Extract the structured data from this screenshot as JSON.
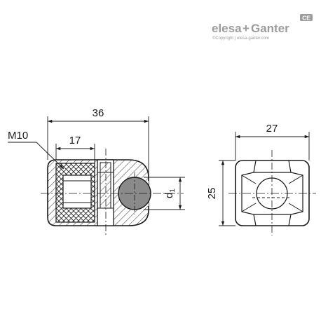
{
  "brand": {
    "name_part1": "elesa",
    "name_separator": "+",
    "name_part2": "Ganter",
    "badge": "CE",
    "copyright": "©Copyright | elesa-ganter.com"
  },
  "dimensions": {
    "overall_length": "36",
    "bore_depth": "17",
    "thread": "M10",
    "ball_diameter_label": "d",
    "ball_diameter_subscript": "1",
    "height": "25",
    "width": "27"
  },
  "colors": {
    "line": "#1a1a1a",
    "hatch_fill": "#f3f3f3",
    "ball_fill": "#8a8a8a",
    "brand_grey": "#9c9c9c"
  }
}
